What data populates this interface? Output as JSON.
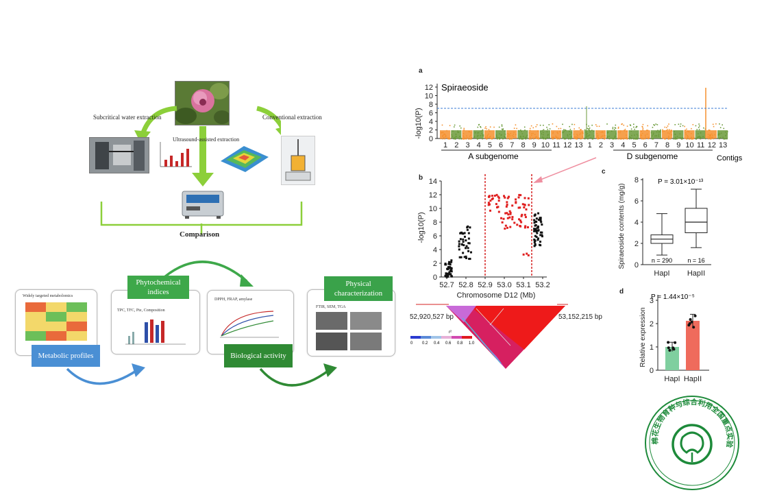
{
  "workflow": {
    "extraction_methods": {
      "subcritical": "Subcritical water extraction",
      "ultrasound": "Ultrasound-assisted extraction",
      "conventional": "Conventional extraction"
    },
    "comparison": "Comparison",
    "cards": {
      "metabolomics_title": "Widely targeted metabolomics",
      "phyto_detail": "TPC, TFC, Pte, Composition",
      "bio_detail": "DPPH, FRAP, amylase",
      "physical_detail": "FTIR, SEM, TGA"
    },
    "tags": {
      "phytochemical": "Phytochemical indices",
      "metabolic": "Metabolic profiles",
      "biological": "Biological activity",
      "physical": "Physical characterization"
    },
    "colors": {
      "green": "#3ea84a",
      "blue": "#4a8fd4",
      "dark_green": "#2f8a34",
      "arrow_green": "#8ccf3a"
    }
  },
  "figure": {
    "panel_a": {
      "letter": "a",
      "trait": "Spiraeoside",
      "ylabel": "-log10(P)",
      "yticks": [
        "0",
        "2",
        "4",
        "6",
        "8",
        "10",
        "12"
      ],
      "chromosomes_a": [
        "1",
        "2",
        "3",
        "4",
        "5",
        "6",
        "7",
        "8",
        "9",
        "10",
        "11",
        "12",
        "13"
      ],
      "chromosomes_d": [
        "1",
        "2",
        "3",
        "4",
        "5",
        "6",
        "7",
        "8",
        "9",
        "10",
        "11",
        "12",
        "13"
      ],
      "subgenome_a": "A subgenome",
      "subgenome_d": "D subgenome",
      "contigs": "Contigs",
      "colors": {
        "orange": "#f5912e",
        "green": "#6b9a3a",
        "threshold": "#3a7bd5"
      }
    },
    "panel_b": {
      "letter": "b",
      "ylabel": "-log10(P)",
      "xlabel": "Chromosome D12 (Mb)",
      "yticks": [
        "0",
        "2",
        "4",
        "6",
        "8",
        "10",
        "12",
        "14"
      ],
      "xticks": [
        "52.7",
        "52.8",
        "52.9",
        "53.0",
        "53.1",
        "53.2"
      ],
      "left_bp": "52,920,527 bp",
      "right_bp": "53,152,215 bp",
      "ld_label": "r²",
      "ld_ticks": [
        "0",
        "0.2",
        "0.4",
        "0.6",
        "0.8",
        "1.0"
      ]
    },
    "panel_c": {
      "letter": "c",
      "pvalue": "P = 3.01×10⁻¹³",
      "ylabel": "Spiraeoside contents (mg/g)",
      "yticks": [
        "0",
        "2",
        "4",
        "6",
        "8"
      ],
      "groups": [
        "HapI",
        "HapII"
      ],
      "n_labels": [
        "n = 290",
        "n = 16"
      ]
    },
    "panel_d": {
      "letter": "d",
      "pvalue": "P = 1.44×10⁻⁵",
      "ylabel": "Relative expression",
      "yticks": [
        "0",
        "1",
        "2",
        "3"
      ],
      "groups": [
        "HapI",
        "HapII"
      ],
      "colors": [
        "#7fcf9f",
        "#ef6b5c"
      ]
    }
  },
  "chart_data": [
    {
      "type": "box",
      "title": "P = 3.01×10⁻¹³",
      "ylabel": "Spiraeoside contents (mg/g)",
      "ylim": [
        0,
        8
      ],
      "categories": [
        "HapI",
        "HapII"
      ],
      "series": [
        {
          "name": "HapI",
          "min": 0.9,
          "q1": 2.0,
          "median": 2.4,
          "q3": 2.8,
          "max": 4.8
        },
        {
          "name": "HapII",
          "min": 1.6,
          "q1": 3.0,
          "median": 4.0,
          "q3": 5.3,
          "max": 7.1
        }
      ]
    },
    {
      "type": "bar",
      "title": "P = 1.44×10⁻⁵",
      "ylabel": "Relative expression",
      "ylim": [
        0,
        3
      ],
      "categories": [
        "HapI",
        "HapII"
      ],
      "values": [
        1.0,
        2.12
      ],
      "errors": [
        0.2,
        0.28
      ]
    }
  ],
  "stamp": {
    "text": "棉花生物育种与综合利用全国重点实验室",
    "color": "#1d8a3a"
  }
}
